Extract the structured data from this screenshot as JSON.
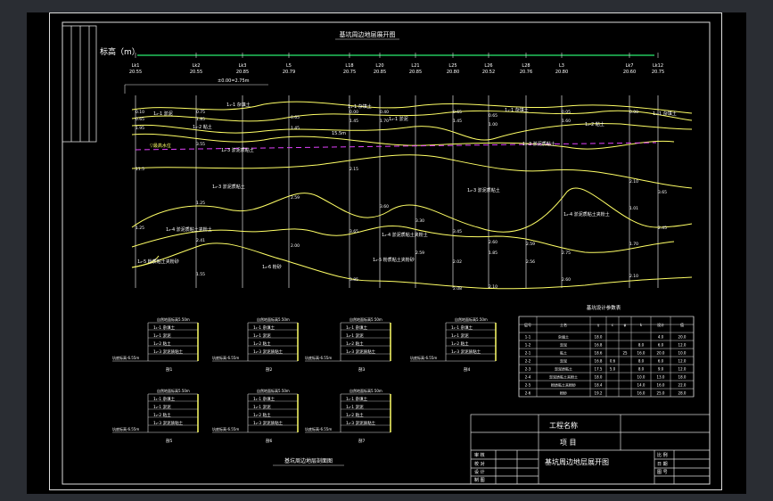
{
  "drawing": {
    "title": "基坑周边地层展开图",
    "section_title": "基坑周边地层剖面图",
    "elevation_label": "标高（m）",
    "reference_level": "±0.00=2.75m",
    "dashed_level": "15.5m",
    "water_level_label": "▽最高水位",
    "table_title": "基坑设计参数表"
  },
  "stations": [
    {
      "id": "Lk1",
      "elev": "20.55"
    },
    {
      "id": "Lk2",
      "elev": "20.55"
    },
    {
      "id": "Lk3",
      "elev": "20.85"
    },
    {
      "id": "L5",
      "elev": "20.79"
    },
    {
      "id": "L18",
      "elev": "20.75"
    },
    {
      "id": "L20",
      "elev": "20.85"
    },
    {
      "id": "L21",
      "elev": "20.85"
    },
    {
      "id": "L25",
      "elev": "20.80"
    },
    {
      "id": "L26",
      "elev": "20.52"
    },
    {
      "id": "L28",
      "elev": "20.76"
    },
    {
      "id": "L3",
      "elev": "20.80"
    },
    {
      "id": "Lk7",
      "elev": "20.60"
    },
    {
      "id": "Lk12",
      "elev": "20.75"
    }
  ],
  "layers": [
    {
      "label": "1₁-1 杂填土"
    },
    {
      "label": "1₂-1 淤泥"
    },
    {
      "label": "1₂-2 粘土"
    },
    {
      "label": "1₂-3 淤泥质粘土"
    },
    {
      "label": "1₂-4 淤泥质粘土夹粉土"
    },
    {
      "label": "1₂-5 粉质粘土夹粉砂"
    },
    {
      "label": "1₂-6 粉砂"
    }
  ],
  "sections": [
    {
      "label": "剖1",
      "level": "自然地面标高5.50m",
      "bottom": "坑底标高-6.55m"
    },
    {
      "label": "剖2",
      "level": "自然地面标高5.50m",
      "bottom": "坑底标高-6.55m"
    },
    {
      "label": "剖3",
      "level": "自然地面标高5.50m",
      "bottom": "坑底标高-6.55m"
    },
    {
      "label": "剖4",
      "level": "自然地面标高5.50m",
      "bottom": "坑底标高-6.55m"
    },
    {
      "label": "剖5",
      "level": "自然地面标高5.50m",
      "bottom": "坑底标高-6.55m"
    },
    {
      "label": "剖6",
      "level": "自然地面标高5.50m",
      "bottom": "坑底标高-6.55m"
    },
    {
      "label": "剖7",
      "level": "自然地面标高5.50m",
      "bottom": "坑底标高-6.55m"
    }
  ],
  "param_table": {
    "headers": [
      "层号",
      "土名",
      "γ",
      "c",
      "φ",
      "k",
      "设计",
      "值"
    ],
    "rows": [
      [
        "1-1",
        "杂填土",
        "18.0",
        "",
        "",
        "",
        "4.0",
        "20.0"
      ],
      [
        "1-2",
        "淤泥",
        "16.8",
        "",
        "",
        "8.0",
        "6.0",
        "12.0"
      ],
      [
        "2-1",
        "粘土",
        "18.6",
        "",
        "25",
        "16.0",
        "20.0",
        "10.0"
      ],
      [
        "2-2",
        "淤泥",
        "16.8",
        "0.6",
        "",
        "8.0",
        "6.0",
        "12.0"
      ],
      [
        "2-3",
        "淤泥质粘土",
        "17.5",
        "5.0",
        "",
        "8.0",
        "9.0",
        "12.0"
      ],
      [
        "2-4",
        "淤泥质粘土夹粉土",
        "18.0",
        "",
        "",
        "10.0",
        "13.0",
        "18.0"
      ],
      [
        "2-5",
        "粉质粘土夹粉砂",
        "18.4",
        "",
        "",
        "14.0",
        "16.0",
        "22.0"
      ],
      [
        "2-6",
        "粉砂",
        "19.2",
        "",
        "",
        "16.0",
        "25.0",
        "28.0"
      ]
    ]
  },
  "title_block": {
    "project_name_label": "工程名称",
    "item_label": "项 目",
    "drawing_name": "基坑周边地层展开图",
    "rows_left": [
      "审 核",
      "校 对",
      "设 计",
      "制 图"
    ],
    "rows_right": [
      "比 例",
      "日 期",
      "图 号"
    ]
  }
}
